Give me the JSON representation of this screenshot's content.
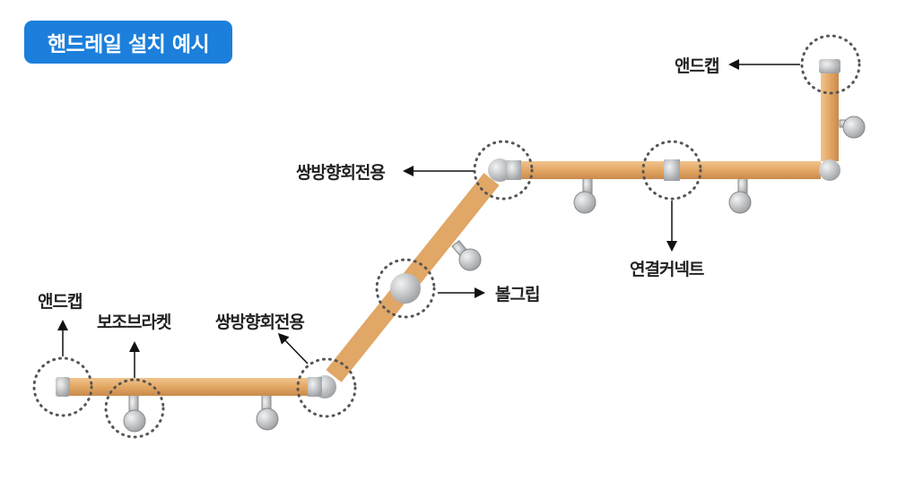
{
  "title": "핸드레일 설치 예시",
  "labels": {
    "end_cap_left": "앤드캡",
    "support_bracket": "보조브라켓",
    "swivel_lower": "쌍방향회전용",
    "swivel_upper": "쌍방향회전용",
    "ball_grip": "볼그립",
    "connector": "연결커넥트",
    "end_cap_right": "앤드캡"
  },
  "colors": {
    "title_bg": "#1b7fdb",
    "wood": "#e2a96a",
    "metal": "#c4c6c8"
  }
}
